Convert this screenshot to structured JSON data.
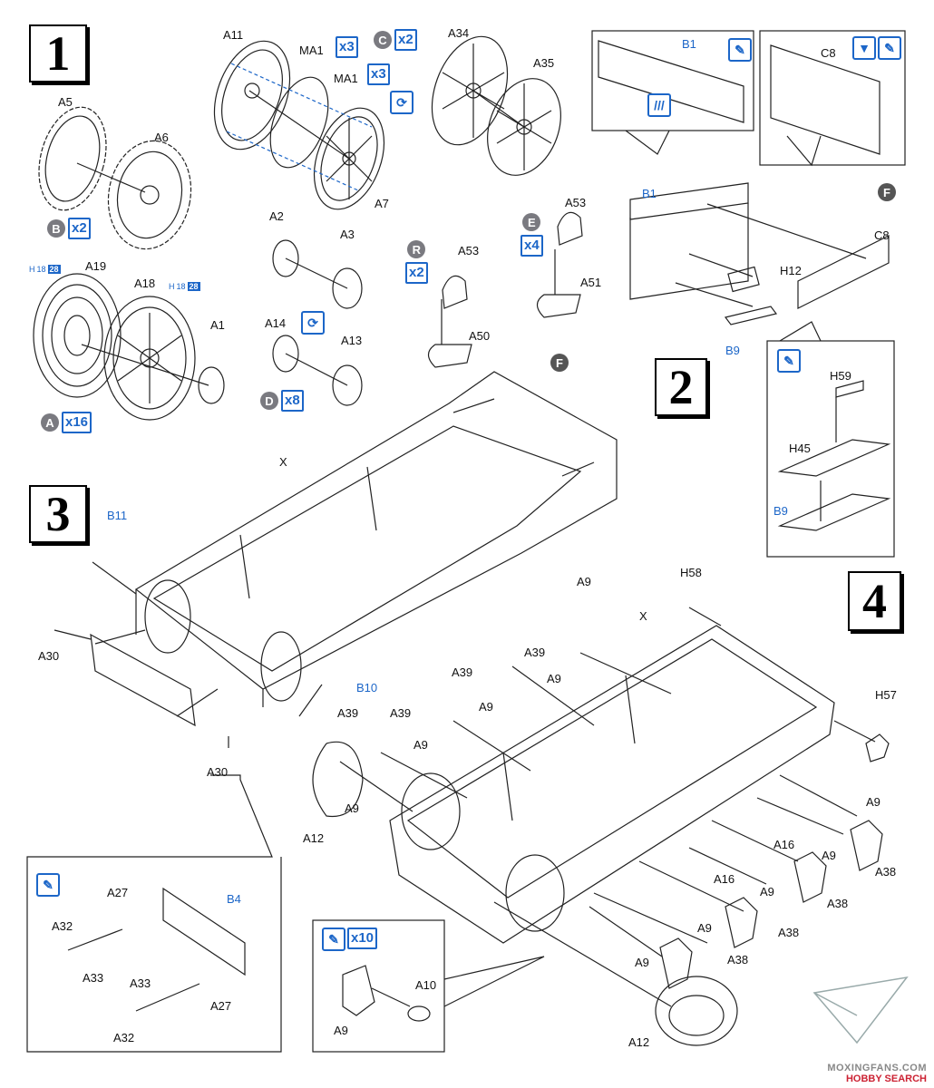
{
  "steps": {
    "s1": "1",
    "s2": "2",
    "s3": "3",
    "s4": "4"
  },
  "step1": {
    "parts": {
      "A11": "A11",
      "MA1a": "MA1",
      "MA1b": "MA1",
      "A34": "A34",
      "A35": "A35",
      "A7": "A7",
      "A5": "A5",
      "A6": "A6",
      "A19": "A19",
      "A18": "A18",
      "A1": "A1",
      "A2": "A2",
      "A3": "A3",
      "A14": "A14",
      "A13": "A13",
      "A53a": "A53",
      "A50": "A50",
      "A53b": "A53",
      "A51": "A51"
    },
    "qty": {
      "ma1a": "x3",
      "c": {
        "letter": "C",
        "count": "x2"
      },
      "ma1b": "x3",
      "b": {
        "letter": "B",
        "count": "x2"
      },
      "a": {
        "letter": "A",
        "count": "x16"
      },
      "d": {
        "letter": "D",
        "count": "x8"
      },
      "r": {
        "letter": "R",
        "count": "x2"
      },
      "e": {
        "letter": "E",
        "count": "x4"
      }
    },
    "badges": {
      "h1": {
        "pre": "H",
        "mid": "18",
        "num": "28"
      },
      "h2": {
        "pre": "H",
        "mid": "18",
        "num": "28"
      }
    }
  },
  "step2": {
    "parts": {
      "B1top": "B1",
      "C8top": "C8",
      "B1": "B1",
      "C8": "C8",
      "H12": "H12",
      "B9": "B9",
      "F": "F",
      "H59": "H59",
      "H45": "H45",
      "B9b": "B9"
    }
  },
  "step3": {
    "parts": {
      "B11": "B11",
      "X": "X",
      "F": "F",
      "A30a": "A30",
      "A30b": "A30",
      "B10": "B10",
      "A27a": "A27",
      "A32a": "A32",
      "B4": "B4",
      "A33a": "A33",
      "A33b": "A33",
      "A27b": "A27",
      "A32b": "A32"
    }
  },
  "step4": {
    "parts": {
      "H58": "H58",
      "A9top": "A9",
      "X": "X",
      "A39a": "A39",
      "A9a": "A9",
      "A39b": "A39",
      "A9b": "A9",
      "A39c": "A39",
      "A39d": "A39",
      "A9c": "A9",
      "H57": "H57",
      "A12a": "A12",
      "A9d": "A9",
      "A9e": "A9",
      "A16a": "A16",
      "A9f": "A9",
      "A38a": "A38",
      "A16b": "A16",
      "A9g": "A9",
      "A38b": "A38",
      "A9h": "A9",
      "A38c": "A38",
      "A9i": "A9",
      "A38d": "A38",
      "A12b": "A12"
    },
    "inset": {
      "qty": "x10",
      "A10": "A10",
      "A9": "A9"
    }
  },
  "watermark": {
    "line1": "MOXINGFANS.COM",
    "line2": "HOBBY SEARCH"
  }
}
